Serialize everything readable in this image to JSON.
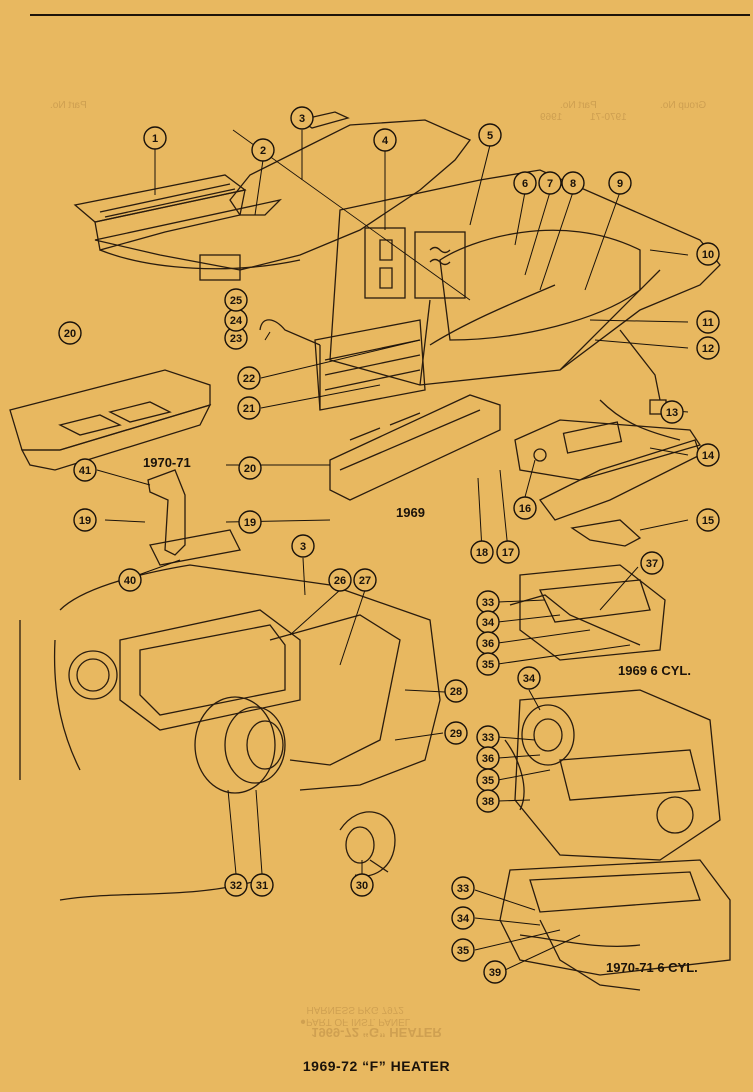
{
  "diagram": {
    "title": "1969-72 “F” HEATER",
    "labels": {
      "l1970_71": "1970-71",
      "l1969": "1969",
      "l1969_6cyl": "1969 6 CYL.",
      "l1970_71_6cyl": "1970-71 6 CYL."
    },
    "callouts": [
      "1",
      "2",
      "3",
      "4",
      "5",
      "6",
      "7",
      "8",
      "9",
      "10",
      "11",
      "12",
      "13",
      "14",
      "15",
      "16",
      "17",
      "18",
      "19",
      "20",
      "21",
      "22",
      "23",
      "24",
      "25",
      "3",
      "26",
      "27",
      "28",
      "29",
      "30",
      "31",
      "32",
      "19",
      "20",
      "40",
      "41",
      "33",
      "34",
      "36",
      "35",
      "37",
      "34",
      "33",
      "36",
      "35",
      "38",
      "33",
      "34",
      "35",
      "39"
    ]
  },
  "bleed_through": {
    "header_left": "Part No.",
    "header_mid": "Part No.",
    "header_right": "Group No.",
    "years_a": "1969",
    "years_b": "1970-71",
    "footer_title": "1969-72 “G” HEATER",
    "footer_note_1": "●PART OF INST. PANEL",
    "footer_note_2": "HARNESS PKG 7972"
  },
  "colors": {
    "paper": "#e8b860",
    "ink": "#1a120a",
    "bleed": "#b78a44"
  }
}
